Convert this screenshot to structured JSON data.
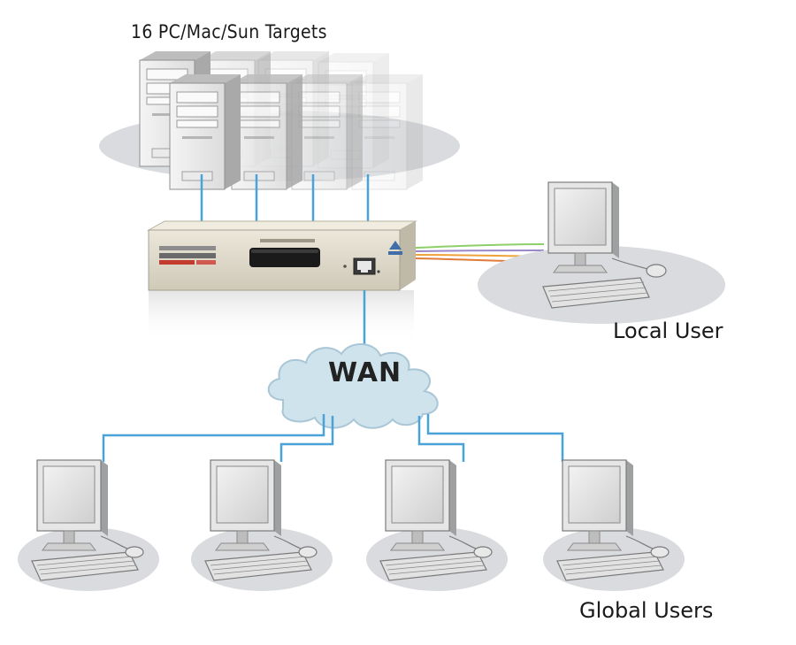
{
  "labels": {
    "targets": "16 PC/Mac/Sun Targets",
    "local_user": "Local User",
    "global_users": "Global Users",
    "wan": "WAN"
  },
  "colors": {
    "link": "#4aa3d8",
    "cloud_fill": "#cfe3ec",
    "cloud_stroke": "#a9c6d6",
    "platform": "#d9dbde",
    "device_body": "#e6e1d2",
    "device_front": "#1a1a1a"
  },
  "icons": [
    "tower-pc-icon",
    "kvm-switch-icon",
    "monitor-icon",
    "keyboard-icon",
    "mouse-icon",
    "cloud-icon"
  ],
  "counts": {
    "targets": 16,
    "global_users": 4,
    "local_users": 1
  }
}
